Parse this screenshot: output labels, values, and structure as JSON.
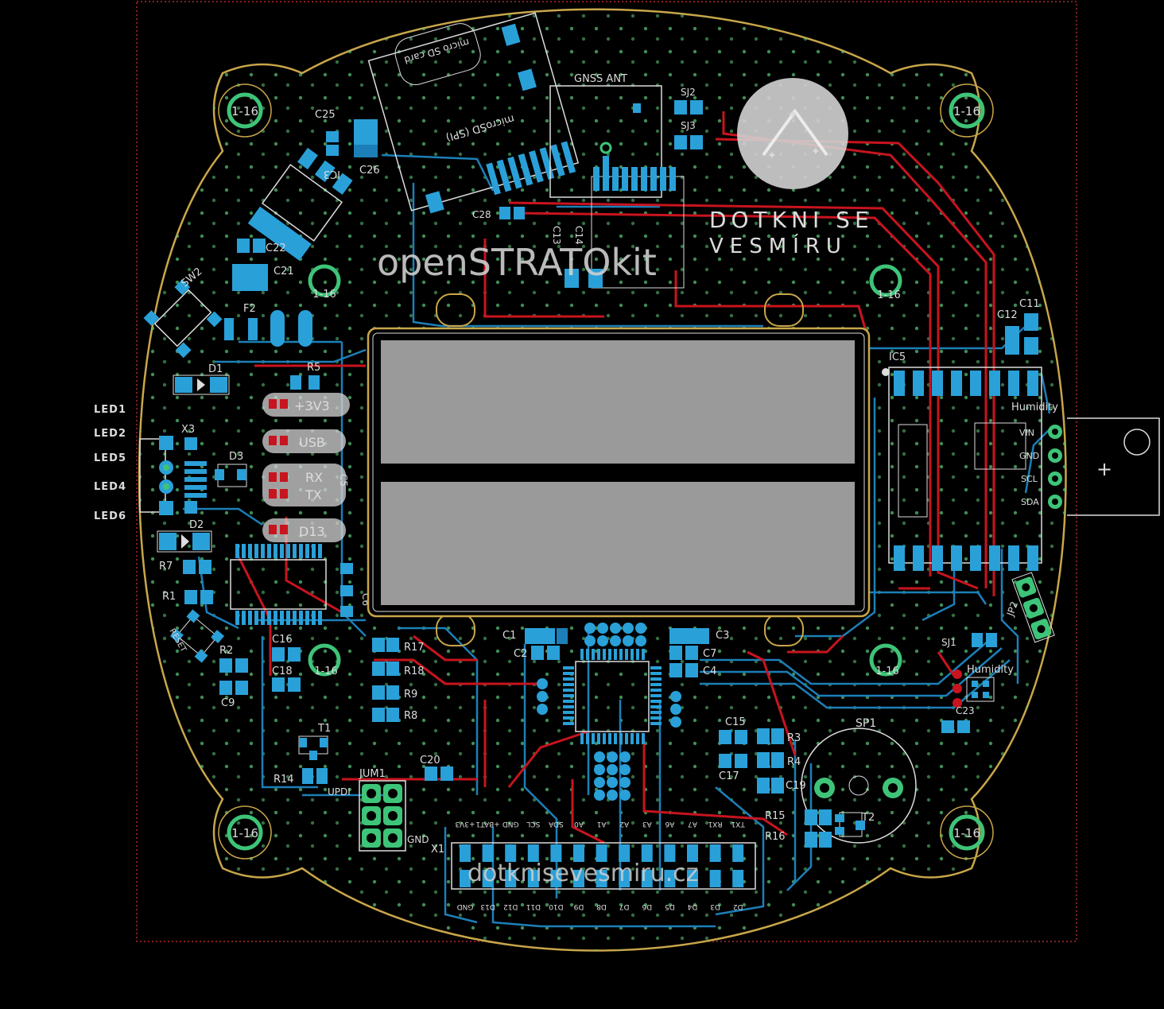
{
  "board": {
    "title": "openSTRATOkit",
    "url": "dotknisevesmiru.cz",
    "logo_line1": "DOTKNI SE",
    "logo_line2": "VESMÍRU",
    "mount_label": "1-16",
    "colors": {
      "copper_top": "#c8141e",
      "copper_bottom": "#1c7fb8",
      "pad": "#2aa0d8",
      "outline": "#c9a64a",
      "via": "#5cc87a"
    }
  },
  "external_labels": [
    "LED1",
    "LED2",
    "LED5",
    "LED4",
    "LED6"
  ],
  "leds": [
    "+3V3",
    "USB",
    "RX",
    "TX",
    "D13"
  ],
  "refdes": {
    "ic3": "IC3",
    "ic5": "IC5",
    "c25": "C25",
    "c26": "C26",
    "c22": "C22",
    "c21": "C21",
    "f2": "F2",
    "sw2": "SW2",
    "d1": "D1",
    "r5": "R5",
    "x3": "X3",
    "d3": "D3",
    "d2": "D2",
    "r7": "R7",
    "r1": "R1",
    "reset": "RESET",
    "r2": "R2",
    "c9": "C9",
    "c16": "C16",
    "c18": "C18",
    "t1": "T1",
    "r14": "R14",
    "jum1": "JUM1",
    "updi": "UPDI",
    "gnd": "GND",
    "c20": "C20",
    "r17": "R17",
    "r18": "R18",
    "r9": "R9",
    "r8": "R8",
    "c1": "C1",
    "c2": "C2",
    "c3": "C3",
    "c7": "C7",
    "c4": "C4",
    "c15": "C15",
    "c17": "C17",
    "r3": "R3",
    "r4": "R4",
    "c19": "C19",
    "sp1": "SP1",
    "r15": "R15",
    "r16": "R16",
    "t2": "T2",
    "x1": "X1",
    "sj1": "SJ1",
    "sj2": "SJ2",
    "sj3": "SJ3",
    "c28": "C28",
    "c13": "C13",
    "c14": "C14",
    "c11": "C11",
    "c12": "C12",
    "c23": "C23",
    "jp2": "JP2",
    "c5": "C5",
    "c6": "C6"
  },
  "sd_card": {
    "label": "micro SD card",
    "text": "microSD (SPI)"
  },
  "gnss": {
    "label": "GNSS ANT"
  },
  "humidity": {
    "title": "Humidity",
    "title2": "Humidity",
    "pins": [
      "VIN",
      "GND",
      "SCL",
      "SDA"
    ]
  },
  "header_top_pins": [
    "+3V3",
    "+BAT1",
    "GND",
    "SCL",
    "SDA",
    "A0",
    "A1",
    "A2",
    "A3",
    "A6",
    "A7",
    "RX1",
    "TX1"
  ],
  "header_bottom_pins": [
    "GND",
    "D13",
    "D12",
    "D11",
    "D10",
    "D9",
    "D8",
    "D7",
    "D6",
    "D5",
    "D4",
    "D3",
    "D2"
  ]
}
